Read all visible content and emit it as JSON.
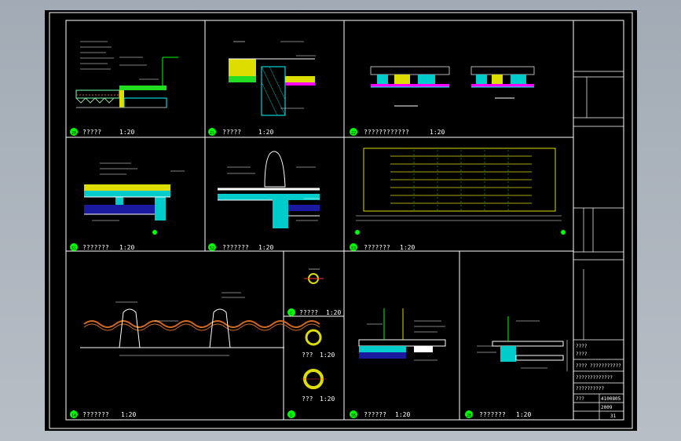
{
  "colors": {
    "background": "#a4acb6",
    "sheet": "#000000",
    "frame": "#ffffff",
    "accent_green": "#00ff00",
    "accent_yellow": "#ffff00",
    "accent_cyan": "#00ffff",
    "accent_magenta": "#ff00ff",
    "accent_red": "#ff3030",
    "accent_orange": "#d2691e"
  },
  "details": [
    {
      "num": "20",
      "title": "?????",
      "scale": "1:20"
    },
    {
      "num": "21",
      "title": "?????",
      "scale": "1:20"
    },
    {
      "num": "22",
      "title": "????????????",
      "scale": "1:20"
    },
    {
      "num": "51",
      "title": "???????",
      "scale": "1:20"
    },
    {
      "num": "52",
      "title": "???????",
      "scale": "1:20"
    },
    {
      "num": "53",
      "title": "???????",
      "scale": "1:20"
    },
    {
      "num": "14",
      "title": "???????",
      "scale": "1:20"
    },
    {
      "num": "C",
      "title": "?????",
      "scale": "1:20"
    },
    {
      "num": "D",
      "title": "",
      "scale": ""
    },
    {
      "num": "56",
      "title": "??????",
      "scale": "1:20"
    },
    {
      "num": "28",
      "title": "???????",
      "scale": "1:20"
    }
  ],
  "small_details": [
    {
      "title": "???",
      "scale": "1:20"
    },
    {
      "title": "???",
      "scale": "1:20"
    }
  ],
  "title_block": {
    "drawing_no": "4100805",
    "date": "2009",
    "sheet_label": "31",
    "rows": [
      "????",
      "????",
      "???? ???????????",
      "?????????????",
      "??????????",
      "???"
    ]
  }
}
